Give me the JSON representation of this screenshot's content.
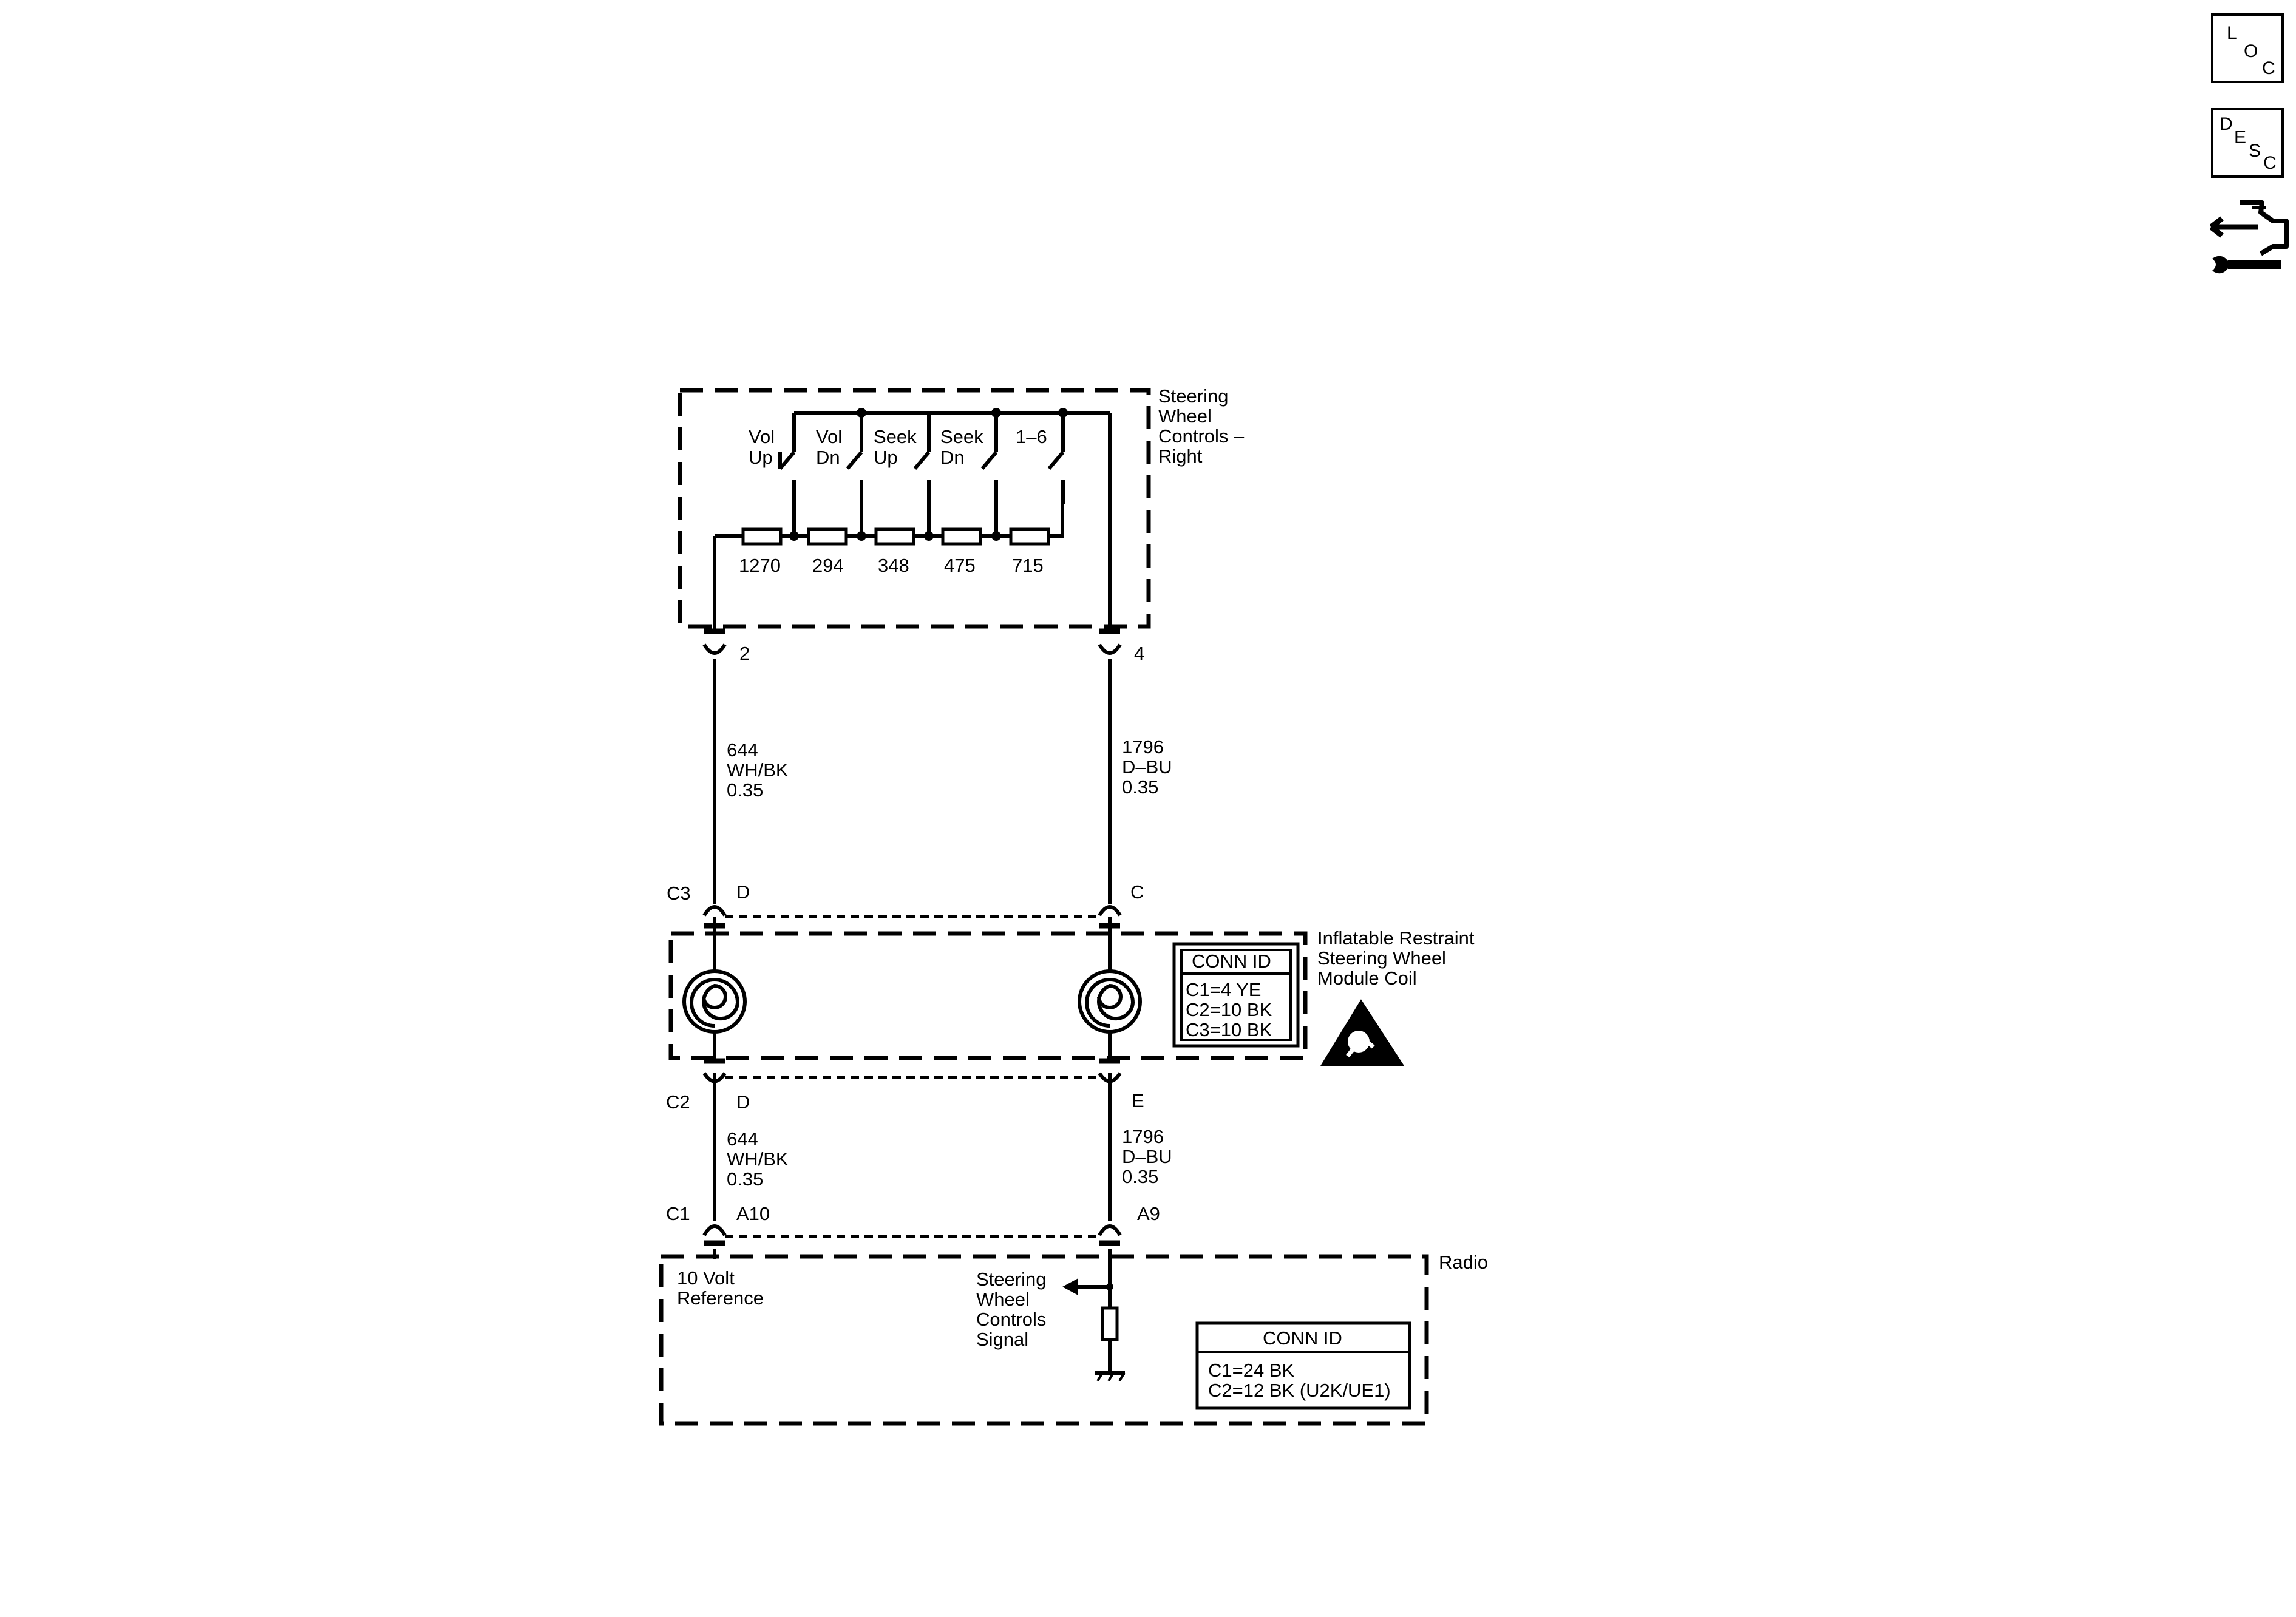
{
  "nav": {
    "loc": [
      "L",
      "O",
      "C"
    ],
    "desc": [
      "D",
      "E",
      "S",
      "C"
    ]
  },
  "swc": {
    "title": [
      "Steering",
      "Wheel",
      "Controls –",
      "Right"
    ],
    "switches": [
      [
        "Vol",
        "Up"
      ],
      [
        "Vol",
        "Dn"
      ],
      [
        "Seek",
        "Up"
      ],
      [
        "Seek",
        "Dn"
      ],
      [
        "1–6"
      ]
    ],
    "resistors": [
      "1270",
      "294",
      "348",
      "475",
      "715"
    ],
    "pin_left": "2",
    "pin_right": "4"
  },
  "wires": {
    "upper_left": [
      "644",
      "WH/BK",
      "0.35"
    ],
    "upper_right": [
      "1796",
      "D–BU",
      "0.35"
    ],
    "lower_left": [
      "644",
      "WH/BK",
      "0.35"
    ],
    "lower_right": [
      "1796",
      "D–BU",
      "0.35"
    ]
  },
  "coil": {
    "title": [
      "Inflatable Restraint",
      "Steering Wheel",
      "Module Coil"
    ],
    "c3_label": "C3",
    "c3_pin_left": "D",
    "c3_pin_right": "C",
    "c2_label": "C2",
    "c2_pin_left": "D",
    "c2_pin_right": "E",
    "conn_title": "CONN ID",
    "conn_rows": [
      "C1=4 YE",
      "C2=10 BK",
      "C3=10 BK"
    ]
  },
  "radio": {
    "title": "Radio",
    "c1_label": "C1",
    "pin_left": "A10",
    "pin_right": "A9",
    "ref_label": [
      "10 Volt",
      "Reference"
    ],
    "signal_label": [
      "Steering",
      "Wheel",
      "Controls",
      "Signal"
    ],
    "conn_title": "CONN ID",
    "conn_rows": [
      "C1=24 BK",
      "C2=12 BK (U2K/UE1)"
    ]
  }
}
